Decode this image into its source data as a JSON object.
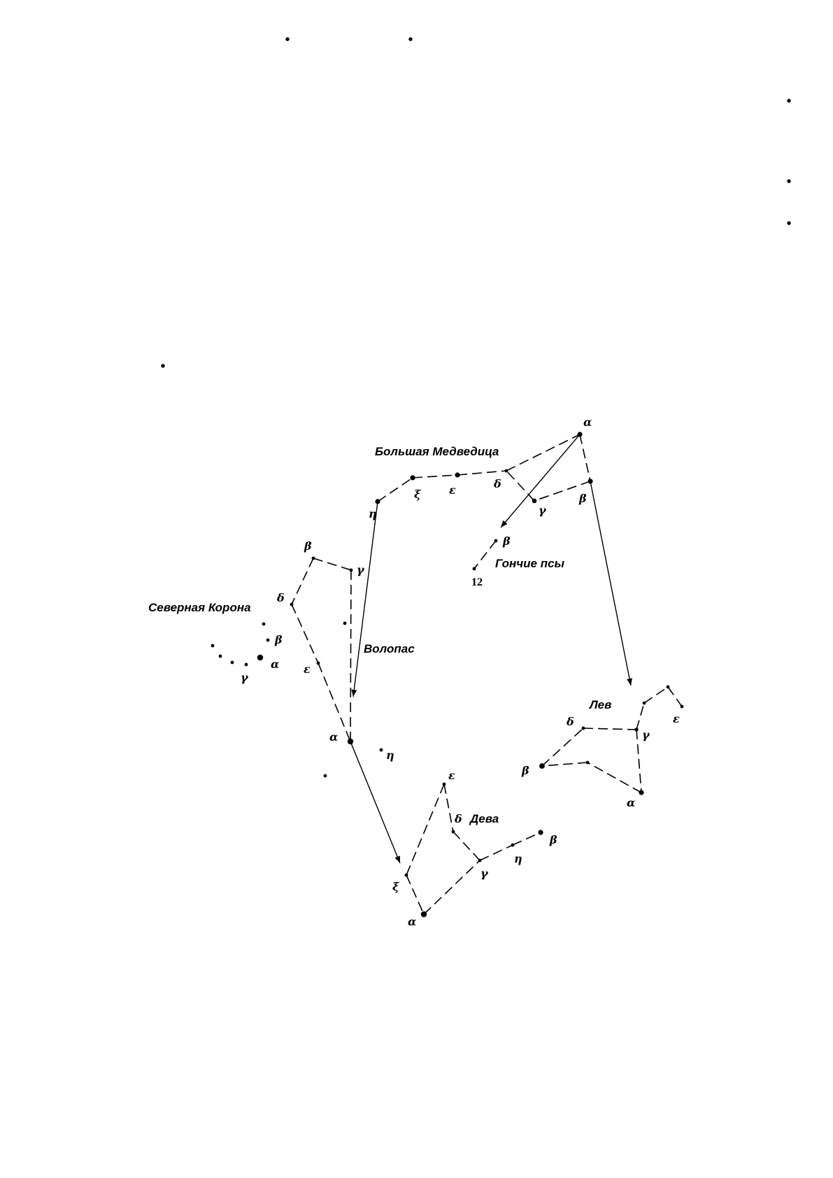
{
  "constellations": {
    "ursa_major": "Большая Медведица",
    "canes_venatici": "Гончие псы",
    "corona_borealis": "Северная Корона",
    "bootes": "Волопас",
    "leo": "Лев",
    "virgo": "Дева"
  },
  "star_labels": {
    "uma_alpha": "α",
    "uma_beta": "β",
    "uma_gamma": "γ",
    "uma_delta": "δ",
    "uma_epsilon": "ε",
    "uma_zeta": "ξ",
    "uma_eta": "η",
    "cvn_beta": "β",
    "cvn_12": "12",
    "boo_beta": "β",
    "boo_gamma": "γ",
    "boo_delta": "δ",
    "boo_epsilon": "ε",
    "boo_alpha": "α",
    "boo_eta": "η",
    "crb_beta": "β",
    "crb_alpha": "α",
    "crb_gamma": "γ",
    "leo_delta": "δ",
    "leo_gamma": "γ",
    "leo_epsilon": "ε",
    "leo_beta": "β",
    "leo_alpha": "α",
    "vir_epsilon": "ε",
    "vir_delta": "δ",
    "vir_gamma": "γ",
    "vir_eta": "η",
    "vir_beta": "β",
    "vir_zeta": "ξ",
    "vir_alpha": "α"
  }
}
